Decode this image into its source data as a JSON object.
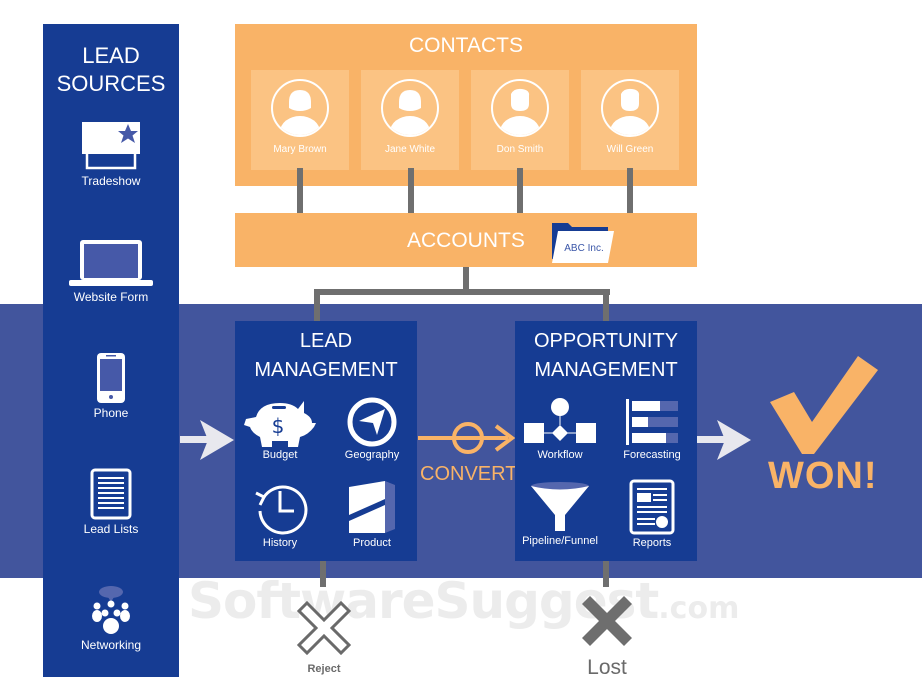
{
  "watermark": {
    "main": "SoftwareSuggest",
    "suffix": ".com"
  },
  "lead_sources": {
    "title_line1": "LEAD",
    "title_line2": "SOURCES",
    "items": [
      {
        "label": "Tradeshow",
        "icon": "tradeshow-booth-icon"
      },
      {
        "label": "Website Form",
        "icon": "laptop-icon"
      },
      {
        "label": "Phone",
        "icon": "smartphone-icon"
      },
      {
        "label": "Lead Lists",
        "icon": "document-list-icon"
      },
      {
        "label": "Networking",
        "icon": "people-group-icon"
      }
    ]
  },
  "contacts": {
    "title": "CONTACTS",
    "people": [
      {
        "name": "Mary Brown",
        "icon": "female-avatar-icon"
      },
      {
        "name": "Jane White",
        "icon": "female-avatar-icon"
      },
      {
        "name": "Don Smith",
        "icon": "male-avatar-icon"
      },
      {
        "name": "Will Green",
        "icon": "male-avatar-icon"
      }
    ]
  },
  "accounts": {
    "title": "ACCOUNTS",
    "folder_label": "ABC Inc."
  },
  "lead_management": {
    "title_line1": "LEAD",
    "title_line2": "MANAGEMENT",
    "items": [
      {
        "label": "Budget",
        "icon": "piggy-bank-icon"
      },
      {
        "label": "Geography",
        "icon": "compass-navigation-icon"
      },
      {
        "label": "History",
        "icon": "history-clock-icon"
      },
      {
        "label": "Product",
        "icon": "product-box-icon"
      }
    ]
  },
  "opportunity_management": {
    "title_line1": "OPPORTUNITY",
    "title_line2": "MANAGEMENT",
    "items": [
      {
        "label": "Workflow",
        "icon": "workflow-diagram-icon"
      },
      {
        "label": "Forecasting",
        "icon": "bar-forecast-icon"
      },
      {
        "label": "Pipeline/Funnel",
        "icon": "funnel-icon"
      },
      {
        "label": "Reports",
        "icon": "report-document-icon"
      }
    ]
  },
  "convert_label": "CONVERT",
  "won_label": "WON!",
  "reject_label": "Reject",
  "lost_label": "Lost",
  "colors": {
    "dark_blue": "#163c93",
    "band_blue": "#42559d",
    "orange": "#f9b367",
    "card_orange": "#fbc383",
    "connector_gray": "#6f6f6f",
    "arrow_light": "#e8e8ee"
  }
}
